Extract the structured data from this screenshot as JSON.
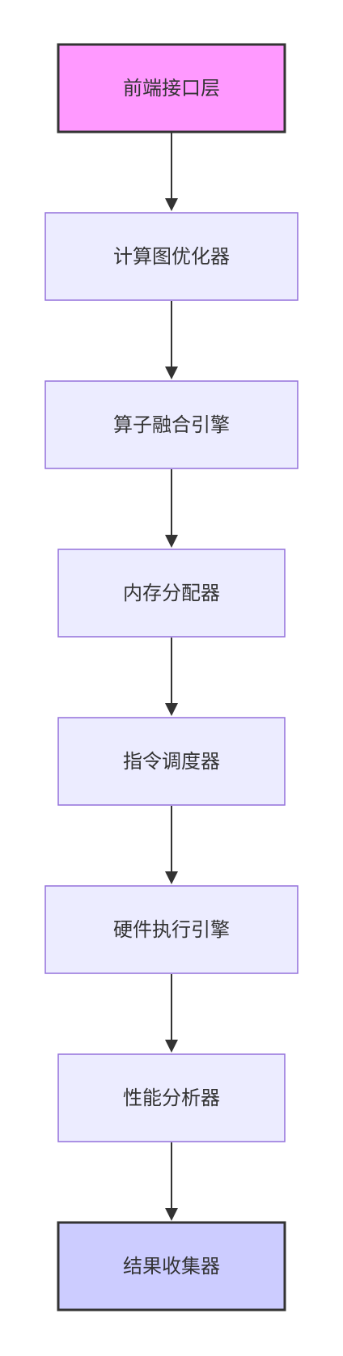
{
  "diagram": {
    "type": "flowchart",
    "direction": "top-to-bottom",
    "nodes": [
      {
        "id": "n1",
        "label": "前端接口层",
        "style": "emphasis-pink"
      },
      {
        "id": "n2",
        "label": "计算图优化器",
        "style": "default"
      },
      {
        "id": "n3",
        "label": "算子融合引擎",
        "style": "default"
      },
      {
        "id": "n4",
        "label": "内存分配器",
        "style": "default"
      },
      {
        "id": "n5",
        "label": "指令调度器",
        "style": "default"
      },
      {
        "id": "n6",
        "label": "硬件执行引擎",
        "style": "default"
      },
      {
        "id": "n7",
        "label": "性能分析器",
        "style": "default"
      },
      {
        "id": "n8",
        "label": "结果收集器",
        "style": "emphasis-blue"
      }
    ],
    "edges": [
      {
        "from": "n1",
        "to": "n2"
      },
      {
        "from": "n2",
        "to": "n3"
      },
      {
        "from": "n3",
        "to": "n4"
      },
      {
        "from": "n4",
        "to": "n5"
      },
      {
        "from": "n5",
        "to": "n6"
      },
      {
        "from": "n6",
        "to": "n7"
      },
      {
        "from": "n7",
        "to": "n8"
      }
    ],
    "colors": {
      "default_fill": "#ececff",
      "default_stroke": "#9370db",
      "emphasis_pink_fill": "#ff99ff",
      "emphasis_blue_fill": "#ccccff",
      "emphasis_stroke": "#333333",
      "edge": "#333333",
      "text": "#333333"
    }
  }
}
